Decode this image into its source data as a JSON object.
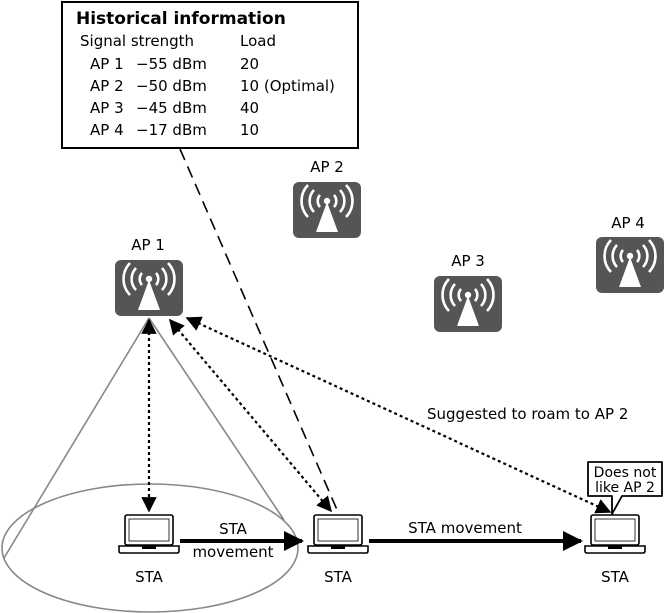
{
  "history_box": {
    "title": "Historical information",
    "col_signal": "Signal strength",
    "col_load": "Load",
    "rows": [
      {
        "ap": "AP 1",
        "signal": "−55 dBm",
        "load": "20"
      },
      {
        "ap": "AP 2",
        "signal": "−50 dBm",
        "load": "10 (Optimal)"
      },
      {
        "ap": "AP 3",
        "signal": "−45 dBm",
        "load": "40"
      },
      {
        "ap": "AP 4",
        "signal": "−17 dBm",
        "load": "10"
      }
    ]
  },
  "aps": [
    {
      "label": "AP 1"
    },
    {
      "label": "AP 2"
    },
    {
      "label": "AP 3"
    },
    {
      "label": "AP 4"
    }
  ],
  "stations": [
    {
      "label": "STA"
    },
    {
      "label": "STA"
    },
    {
      "label": "STA"
    }
  ],
  "movement_1": {
    "line1": "STA",
    "line2": "movement"
  },
  "movement_2": "STA movement",
  "roam_suggestion": "Suggested to roam to AP 2",
  "speech": {
    "line1": "Does not",
    "line2": "like AP 2"
  },
  "colors": {
    "ap_fill": "#555555",
    "ellipse": "#888888"
  }
}
